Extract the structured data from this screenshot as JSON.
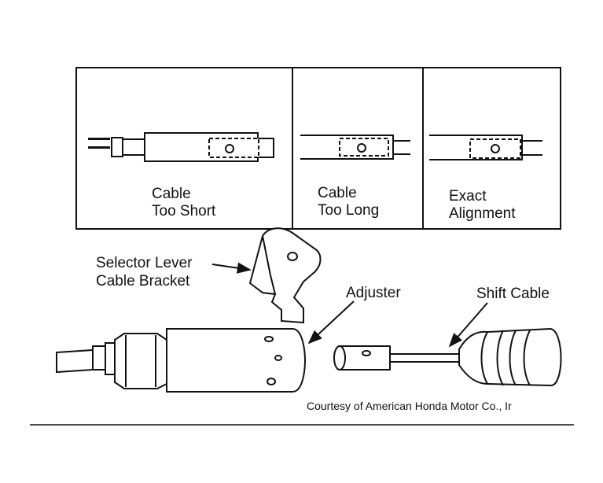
{
  "panels": {
    "short": {
      "line1": "Cable",
      "line2": "Too Short"
    },
    "long": {
      "line1": "Cable",
      "line2": "Too Long"
    },
    "exact": {
      "line1": "Exact",
      "line2": "Alignment"
    }
  },
  "callouts": {
    "bracket_line1": "Selector Lever",
    "bracket_line2": "Cable Bracket",
    "adjuster": "Adjuster",
    "shift_cable": "Shift Cable"
  },
  "credit": "Courtesy of American Honda Motor Co., Ir",
  "colors": {
    "ink": "#111111",
    "paper": "#ffffff"
  }
}
